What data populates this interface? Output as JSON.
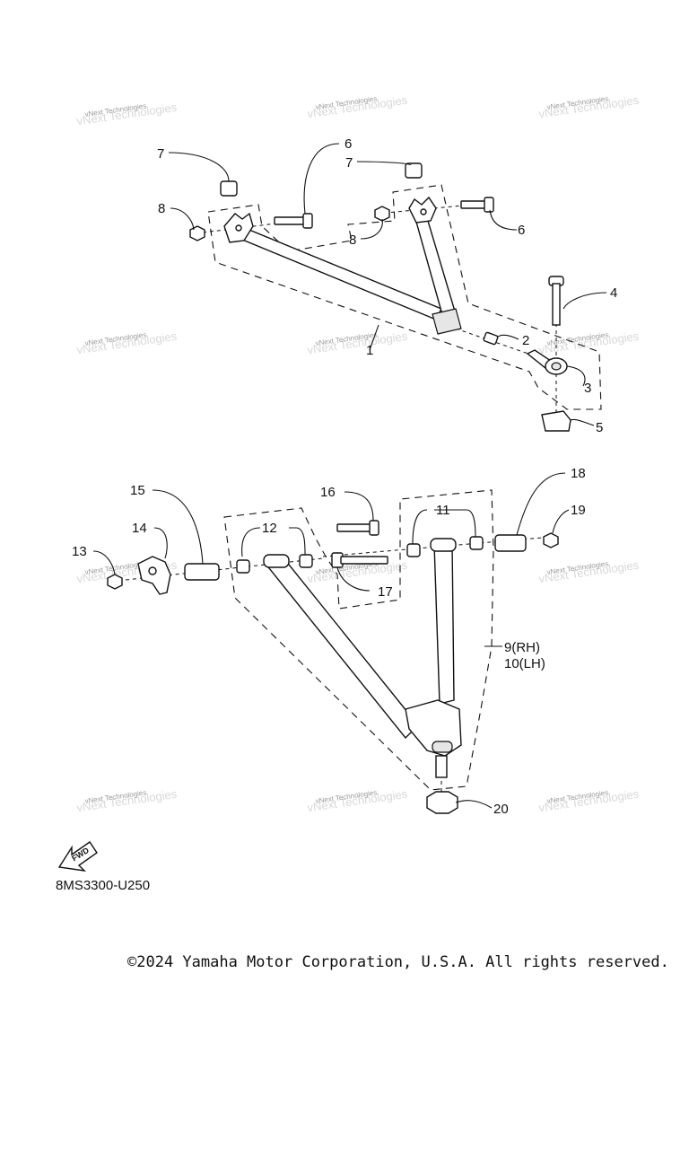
{
  "diagram": {
    "code": "8MS3300-U250",
    "fwd_label": "FWD",
    "watermark": "vNext Technologies",
    "callouts": {
      "c1": "1",
      "c2": "2",
      "c3": "3",
      "c4": "4",
      "c5": "5",
      "c6a": "6",
      "c6b": "6",
      "c7a": "7",
      "c7b": "7",
      "c8a": "8",
      "c8b": "8",
      "c9_10_rh": "9(RH)",
      "c9_10_lh": "10(LH)",
      "c11": "11",
      "c12": "12",
      "c13": "13",
      "c14": "14",
      "c15": "15",
      "c16": "16",
      "c17": "17",
      "c18": "18",
      "c19": "19",
      "c20": "20"
    }
  },
  "footer": {
    "copyright": "©2024 Yamaha Motor Corporation, U.S.A. All rights reserved."
  }
}
